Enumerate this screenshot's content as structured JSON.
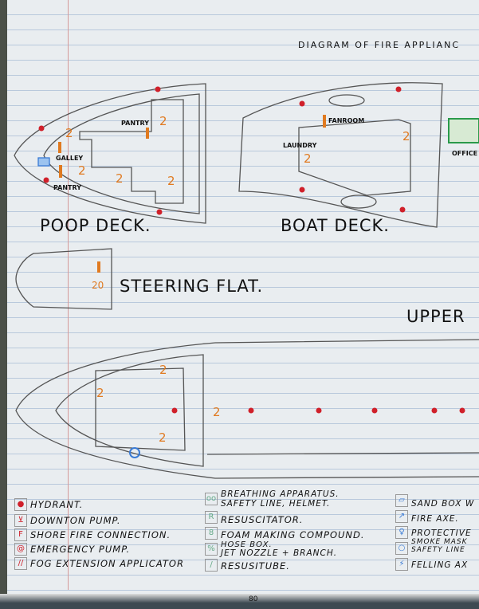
{
  "title": "DIAGRAM OF FIRE APPLIANC",
  "decks": {
    "poop": "POOP DECK.",
    "boat": "BOAT DECK.",
    "steering": "STEERING FLAT.",
    "upper": "UPPER"
  },
  "rooms": {
    "pantry_top": "PANTRY",
    "galley": "GALLEY",
    "pantry_bottom": "PANTRY",
    "fanroom": "FANROOM",
    "laundry": "LAUNDRY",
    "office": "OFFICE"
  },
  "counts": {
    "two": "2",
    "twenty": "20"
  },
  "legend": {
    "col1": [
      "HYDRANT.",
      "DOWNTON PUMP.",
      "SHORE FIRE CONNECTION.",
      "EMERGENCY PUMP.",
      "FOG EXTENSION APPLICATOR"
    ],
    "col2": [
      "BREATHING APPARATUS.",
      "SAFETY LINE, HELMET.",
      "RESUSCITATOR.",
      "FOAM MAKING COMPOUND.",
      "HOSE BOX.",
      "JET NOZZLE + BRANCH.",
      "RESUSITUBE."
    ],
    "col3": [
      "SAND BOX W",
      "FIRE AXE.",
      "PROTECTIVE",
      "SMOKE MASK",
      "SAFETY LINE",
      "FELLING AX"
    ]
  },
  "page_number": "80",
  "colors": {
    "hydrant": "#d0202a",
    "extinguisher": "#e07a20",
    "blue": "#3a7bd5",
    "green": "#2a9a4a",
    "pencil": "#555555"
  }
}
